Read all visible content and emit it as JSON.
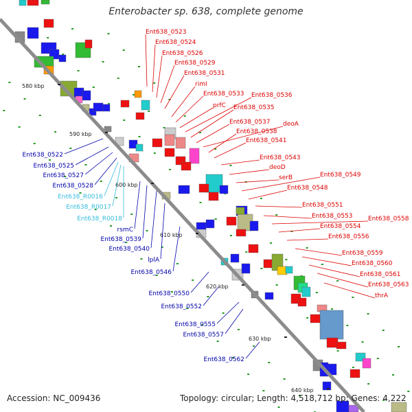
{
  "title": "Enterobacter sp. 638, complete genome",
  "accession_text": "Accession: NC_009436",
  "topology_text": "Topology: circular; Length: 4,518,712 bp; Genes: 4,222",
  "colors": {
    "backbone": "#8c8c8c",
    "red_label": "#dd0000",
    "blue_label": "#0000aa",
    "cyan_label": "#33bbdd",
    "tick_green": "#229922"
  },
  "kbp_marks": [
    "580 kbp",
    "590 kbp",
    "600 kbp",
    "610 kbp",
    "620 kbp",
    "630 kbp",
    "640 kbp"
  ],
  "red_labels": [
    "Ent638_0523",
    "Ent638_0524",
    "Ent638_0526",
    "Ent638_0529",
    "Ent638_0531",
    "rimI",
    "Ent638_0533",
    "prfC",
    "Ent638_0536",
    "Ent638_0535",
    "Ent638_0537",
    "deoA",
    "Ent638_0538",
    "Ent638_0541",
    "Ent638_0543",
    "deoD",
    "serB",
    "Ent638_0549",
    "Ent638_0548",
    "Ent638_0551",
    "Ent638_0553",
    "Ent638_0558",
    "Ent638_0554",
    "Ent638_0556",
    "Ent638_0559",
    "Ent638_0560",
    "Ent638_0561",
    "Ent638_0563",
    "thrA"
  ],
  "blue_labels": [
    "Ent638_0522",
    "Ent638_0525",
    "Ent638_0527",
    "Ent638_0528",
    "rsmC",
    "Ent638_0539",
    "Ent638_0540",
    "lplA",
    "Ent638_0546",
    "Ent638_0550",
    "Ent638_0552",
    "Ent638_0555",
    "Ent638_0557",
    "Ent638_0562"
  ],
  "cyan_labels": [
    "Ent638_R0016",
    "Ent638_R0017",
    "Ent638_R0018"
  ]
}
